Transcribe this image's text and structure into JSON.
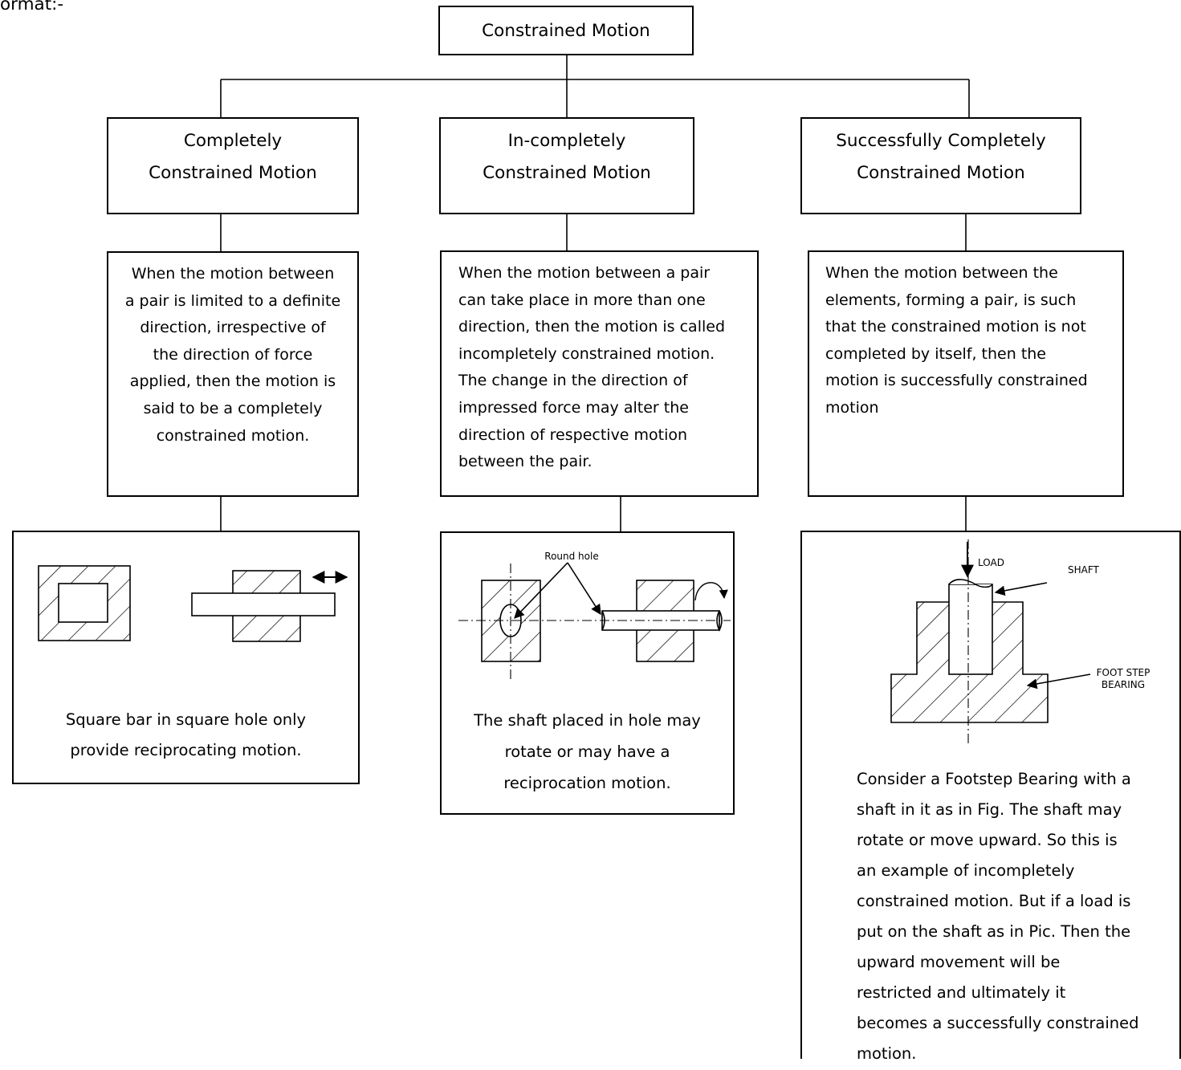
{
  "header_fragment": "ormat:-",
  "root": {
    "label": "Constrained Motion"
  },
  "branches": [
    {
      "title_lines": [
        "Completely",
        "Constrained Motion"
      ],
      "description": [
        "When the motion between",
        "a pair is limited to a definite",
        "direction, irrespective of",
        "the direction of force",
        "applied, then the motion is",
        "said to be a completely",
        "constrained motion."
      ],
      "example_caption": [
        "Square bar in square hole only",
        "provide reciprocating motion."
      ]
    },
    {
      "title_lines": [
        "In-completely",
        "Constrained Motion"
      ],
      "description": [
        "When the motion between a pair",
        "can take place in more than one",
        "direction, then the motion is called",
        "incompletely constrained motion.",
        "The change in the direction of",
        "impressed force may alter the",
        "direction of respective motion",
        "between the pair."
      ],
      "figure_label": "Round hole",
      "example_caption": [
        "The shaft placed in hole may",
        "rotate or may have a",
        "reciprocation motion."
      ]
    },
    {
      "title_lines": [
        "Successfully Completely",
        "Constrained Motion"
      ],
      "description": [
        "When the motion between the",
        "elements, forming a pair, is such",
        "that the constrained motion is not",
        "completed by itself, then the",
        "motion is successfully constrained",
        "motion"
      ],
      "figure_labels": {
        "load": "LOAD",
        "shaft": "SHAFT",
        "bearing_1": "FOOT STEP",
        "bearing_2": "BEARING"
      },
      "example_caption": [
        "Consider a Footstep Bearing with a",
        "shaft in it as in Fig. The shaft may",
        "rotate or move upward. So this is",
        "an example of incompletely",
        "constrained motion. But if a load is",
        "put on the shaft as in Pic. Then the",
        "upward movement will be",
        "restricted and ultimately it",
        "becomes a successfully constrained",
        "motion."
      ]
    }
  ]
}
